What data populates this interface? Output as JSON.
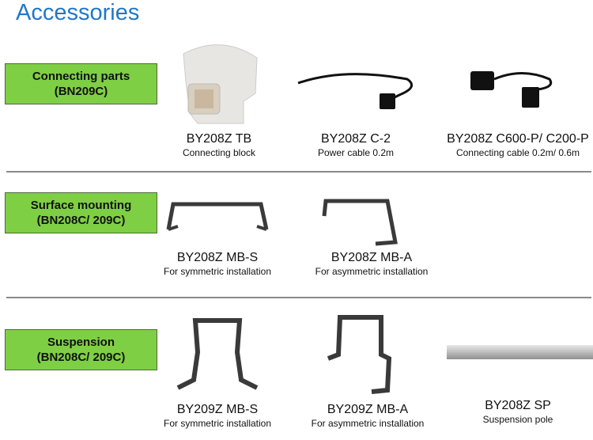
{
  "title": "Accessories",
  "sections": [
    {
      "category": [
        "Connecting parts",
        "(BN209C)"
      ],
      "items": [
        {
          "name": "BY208Z TB",
          "desc": "Connecting block",
          "icon": "connecting-block"
        },
        {
          "name": "BY208Z C-2",
          "desc": "Power cable 0.2m",
          "icon": "power-cable"
        },
        {
          "name": "BY208Z C600-P/ C200-P",
          "desc": "Connecting cable 0.2m/ 0.6m",
          "icon": "connecting-cable"
        }
      ]
    },
    {
      "category": [
        "Surface mounting",
        "(BN208C/ 209C)"
      ],
      "items": [
        {
          "name": "BY208Z MB-S",
          "desc": "For symmetric installation",
          "icon": "bracket-symmetric"
        },
        {
          "name": "BY208Z MB-A",
          "desc": "For asymmetric installation",
          "icon": "bracket-asymmetric"
        }
      ]
    },
    {
      "category": [
        "Suspension",
        "(BN208C/ 209C)"
      ],
      "items": [
        {
          "name": "BY209Z MB-S",
          "desc": "For symmetric installation",
          "icon": "suspension-bracket-symmetric"
        },
        {
          "name": "BY209Z MB-A",
          "desc": "For asymmetric installation",
          "icon": "suspension-bracket-asymmetric"
        },
        {
          "name": "BY208Z SP",
          "desc": "Suspension pole",
          "icon": "suspension-pole"
        }
      ]
    }
  ]
}
